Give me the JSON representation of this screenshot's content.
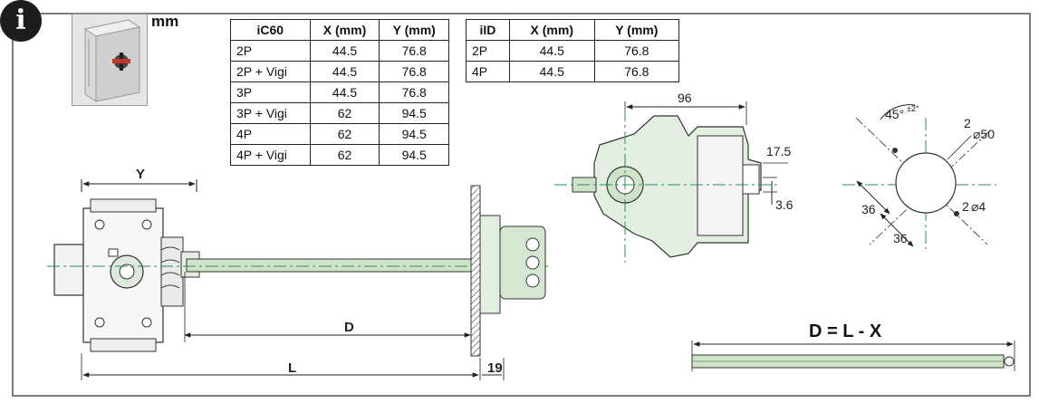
{
  "info_icon": "info-icon",
  "units_label": "mm",
  "table_ic60": {
    "headers": [
      "iC60",
      "X (mm)",
      "Y (mm)"
    ],
    "rows": [
      [
        "2P",
        "44.5",
        "76.8"
      ],
      [
        "2P + Vigi",
        "44.5",
        "76.8"
      ],
      [
        "3P",
        "44.5",
        "76.8"
      ],
      [
        "3P + Vigi",
        "62",
        "94.5"
      ],
      [
        "4P",
        "62",
        "94.5"
      ],
      [
        "4P + Vigi",
        "62",
        "94.5"
      ]
    ]
  },
  "table_iid": {
    "headers": [
      "iID",
      "X (mm)",
      "Y (mm)"
    ],
    "rows": [
      [
        "2P",
        "44.5",
        "76.8"
      ],
      [
        "4P",
        "44.5",
        "76.8"
      ]
    ]
  },
  "side_view": {
    "dim_y": "Y",
    "dim_d": "D",
    "dim_l": "L",
    "dim_19": "19"
  },
  "front_view": {
    "dim_96": "96",
    "dim_17_5": "17.5",
    "dim_3_6": "3.6"
  },
  "drilling_template": {
    "angle": "45°",
    "angle_tol": "±2°",
    "count_large": "2",
    "dia_large": "⌀50",
    "count_small": "2",
    "dia_small": "⌀4",
    "dim_36_a": "36",
    "dim_36_b": "36"
  },
  "shaft_formula": "D = L - X",
  "colors": {
    "frame": "#7d7d7d",
    "shaft_green": "#cfe3c8",
    "body_green": "#e3efe0",
    "centerline": "#2e8b57"
  }
}
